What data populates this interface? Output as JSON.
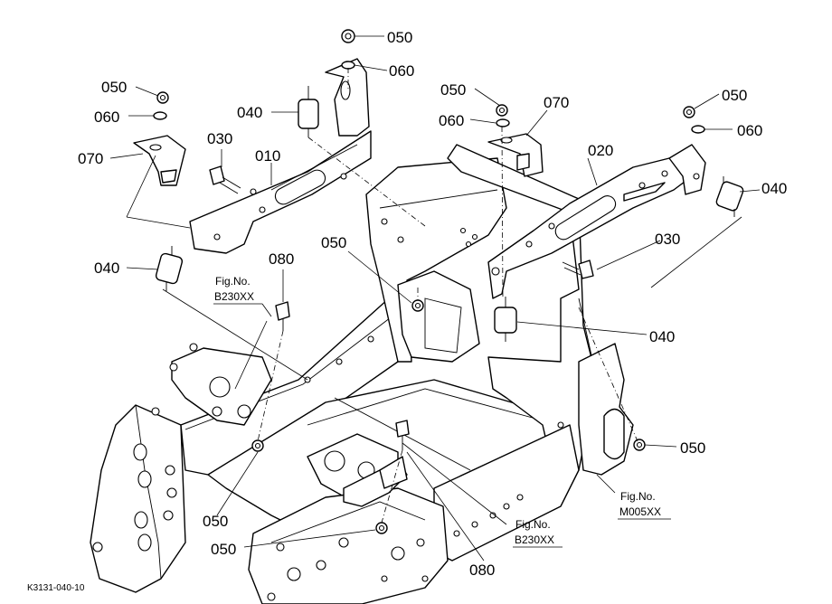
{
  "diagram": {
    "code": "K3131-040-10",
    "callouts": {
      "c050_top": "050",
      "c060_top": "060",
      "c050_left": "050",
      "c060_left": "060",
      "c070_left": "070",
      "c040_upper_left": "040",
      "c030_left": "030",
      "c010": "010",
      "c040_left": "040",
      "c080_left": "080",
      "c050_center": "050",
      "c050_mid": "050",
      "c060_mid": "060",
      "c070_mid": "070",
      "c020": "020",
      "c050_right": "050",
      "c060_right": "060",
      "c040_right": "040",
      "c030_right": "030",
      "c040_center": "040",
      "c050_lower_right": "050",
      "c050_bottom_a": "050",
      "c050_bottom_b": "050",
      "c080_bottom": "080"
    },
    "refs": {
      "r1_title": "Fig.No.",
      "r1_code": "B230XX",
      "r2_title": "Fig.No.",
      "r2_code": "B230XX",
      "r3_title": "Fig.No.",
      "r3_code": "M005XX"
    }
  }
}
